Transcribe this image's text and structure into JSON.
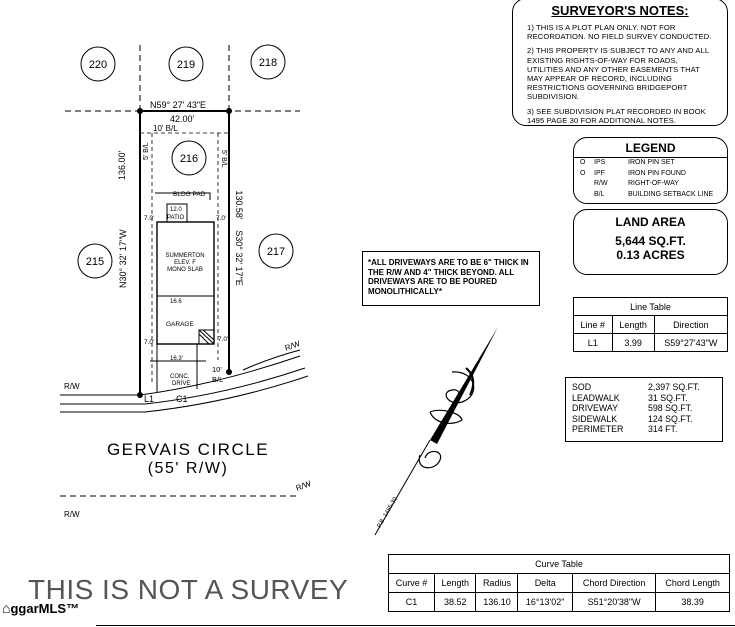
{
  "surveyor_notes": {
    "title": "SURVEYOR'S NOTES:",
    "notes": [
      "1) THIS IS A PLOT PLAN ONLY. NOT FOR RECORDATION. NO FIELD SURVEY CONDUCTED.",
      "2) THIS PROPERTY IS SUBJECT TO ANY AND ALL EXISTING RIGHTS-OF-WAY FOR ROADS, UTILITIES AND ANY OTHER EASEMENTS THAT MAY APPEAR OF RECORD, INCLUDING RESTRICTIONS GOVERNING BRIDGEPORT SUBDIVISION.",
      "3) SEE SUBDIVISION PLAT RECORDED IN BOOK 1495 PAGE 30 FOR ADDITIONAL NOTES."
    ]
  },
  "legend": {
    "title": "LEGEND",
    "rows": [
      {
        "symbol": "O",
        "code": "IPS",
        "desc": "IRON PIN SET"
      },
      {
        "symbol": "O",
        "code": "IPF",
        "desc": "IRON PIN FOUND"
      },
      {
        "symbol": "",
        "code": "R/W",
        "desc": "RIGHT-OF-WAY"
      },
      {
        "symbol": "",
        "code": "B/L",
        "desc": "BUILDING SETBACK LINE"
      }
    ]
  },
  "land_area": {
    "title": "LAND AREA",
    "sqft": "5,644 SQ.FT.",
    "acres": "0.13 ACRES"
  },
  "driveway_note": "*ALL DRIVEWAYS ARE TO BE 6\" THICK IN THE R/W AND 4\" THICK BEYOND. ALL DRIVEWAYS ARE TO BE POURED MONOLITHICALLY*",
  "line_table": {
    "title": "Line Table",
    "headers": [
      "Line #",
      "Length",
      "Direction"
    ],
    "rows": [
      [
        "L1",
        "3.99",
        "S59°27'43\"W"
      ]
    ]
  },
  "areas": [
    {
      "label": "SOD",
      "value": "2,397 SQ.FT."
    },
    {
      "label": "LEADWALK",
      "value": "31 SQ.FT."
    },
    {
      "label": "DRIVEWAY",
      "value": "598 SQ.FT."
    },
    {
      "label": "SIDEWALK",
      "value": "124 SQ.FT."
    },
    {
      "label": "PERIMETER",
      "value": "314 FT."
    }
  ],
  "curve_table": {
    "title": "Curve Table",
    "headers": [
      "Curve #",
      "Length",
      "Radius",
      "Delta",
      "Chord Direction",
      "Chord Length"
    ],
    "rows": [
      [
        "C1",
        "38.52",
        "136.10",
        "16°13'02\"",
        "S51°20'38\"W",
        "38.39"
      ]
    ]
  },
  "plat": {
    "lots": {
      "l220": "220",
      "l219": "219",
      "l218": "218",
      "l216": "216",
      "l215": "215",
      "l217": "217"
    },
    "bearing_top": "N59° 27' 43\"E",
    "dist_top": "42.00'",
    "setback_top": "10' B/L",
    "left_dist": "136.00'",
    "left_bearing": "N30° 32' 17\"W",
    "right_dist": "130.58'",
    "right_bearing": "S30° 32' 17\"E",
    "side_bl_left": "5' B/L",
    "side_bl_right": "5' B/L",
    "bldg_pad": "BLDG PAD",
    "patio_dim": "12.0",
    "patio": "PATIO",
    "seven_a": "7.0'",
    "seven_b": "7.0'",
    "seven_c": "7.0'",
    "seven_d": "7.0'",
    "house_line1": "SUMMERTON",
    "house_line2": "ELEV. F",
    "house_line3": "MONO SLAB",
    "garage_dim": "16.6",
    "garage": "GARAGE",
    "ten_bl_a": "10'",
    "ten_bl_b": "B/L",
    "drive_dim": "16.3'",
    "conc": "CONC.",
    "drive": "DRIVE",
    "rw_left": "R/W",
    "rw_right": "R/W",
    "rw_bottom_left": "R/W",
    "rw_bottom_right": "R/W",
    "l1": "L1",
    "c1": "C1",
    "north_label": "P.B. 1495-30"
  },
  "road": {
    "name": "GERVAIS CIRCLE",
    "rw": "(55' R/W)"
  },
  "footer": {
    "not_survey": "THIS IS NOT A SURVEY",
    "mls": "ggarMLS™"
  }
}
